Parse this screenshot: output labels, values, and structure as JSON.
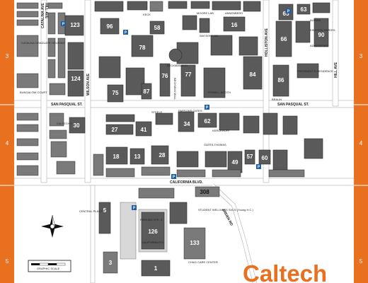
{
  "grid_labels": {
    "left": [
      "3",
      "4",
      "5"
    ],
    "right": [
      "3",
      "4",
      "5"
    ]
  },
  "streets": {
    "hill_top": "HILL AVE",
    "catalina": "CATALINA AVE",
    "wilson": "WILSON AVE",
    "holliston": "HOLLISTON AVE",
    "hill_right": "HILL AVE",
    "san_pasqual_left": "SAN PASQUAL ST.",
    "san_pasqual_right": "SAN PASQUAL ST.",
    "california": "CALIFORNIA BLVD.",
    "arden": "ARDEN RD"
  },
  "places": {
    "catalina_housing": "CATALINA GRADUATE HOUSING",
    "bungalow": "BUNGALOW COURT",
    "caltech_y": "CALTECH Y",
    "central_plant": "CENTRAL PLANT",
    "child_care": "CHILD CARE CENTER",
    "student_wellness": "STUDENT WELLNESS SVCS (Young H.C.)",
    "alumni": "ALUMNI",
    "einstein": "EINSTEIN PAPERS",
    "admissions": "ADMISSIONS",
    "moore_lab": "MOORE LAB",
    "annenberg": "ANNENBERG",
    "watson_lab": "WATSON LAB",
    "beckman_mall": "BECKMAN MALL",
    "beckman_aud": "BECKMAN AUD",
    "parsons_gates": "PARSONS GATES",
    "gates_thomas": "GATES-THOMAS",
    "president": "PRESIDENT'S RESIDENCE",
    "braun": "BRAUN",
    "powell_booth": "POWELL BOOTH",
    "kerckhoff": "KERCKHOFF",
    "steele": "STEELE",
    "keck": "KECK",
    "parking_structure": "PARKING STR. 3",
    "california_ps": "CALIFORNIA P.S."
  },
  "building_numbers": [
    "123",
    "96",
    "58",
    "65",
    "63",
    "66",
    "78",
    "16",
    "90",
    "124",
    "76",
    "77",
    "84",
    "86",
    "75",
    "87",
    "41",
    "27",
    "18",
    "13",
    "28",
    "49",
    "57",
    "60",
    "34",
    "62",
    "30",
    "5",
    "126",
    "1",
    "3",
    "133",
    "308"
  ],
  "scale_label": "GRAPHIC SCALE",
  "logo": "Caltech",
  "icons": [
    "parking-icon",
    "north-arrow-icon"
  ],
  "colors": {
    "border": "#e8701e",
    "buildings": "#5a5a5a",
    "parking": "#1e5fa8",
    "logo": "#e8701e"
  }
}
